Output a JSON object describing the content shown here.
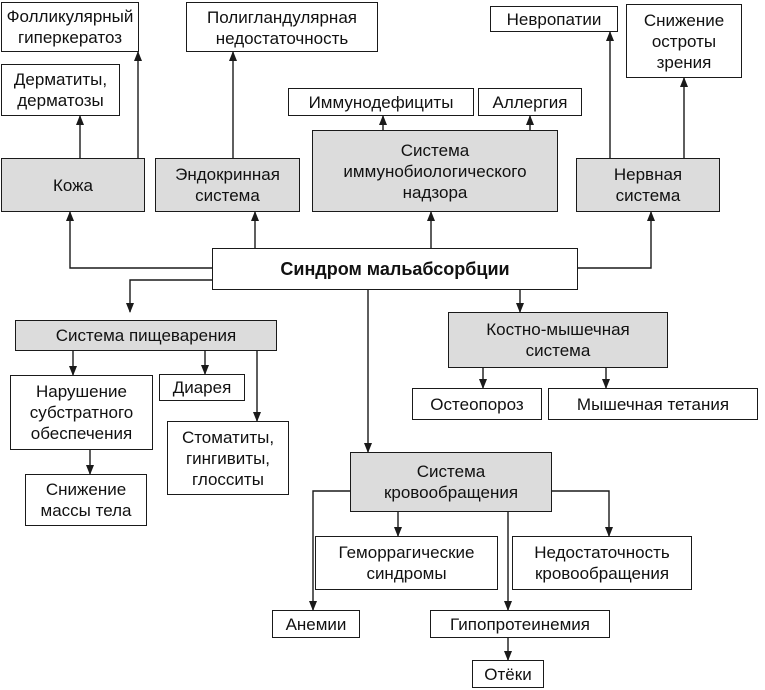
{
  "diagram": {
    "nodes": {
      "center": "Синдром мальабсорбции",
      "skin": "Кожа",
      "follicular": "Фолликулярный\nгиперкератоз",
      "dermatitis": "Дерматиты,\nдерматозы",
      "endocrine": "Эндокринная\nсистема",
      "polyglandular": "Полигландулярная\nнедостаточность",
      "immune": "Система\nиммунобиологического\nнадзора",
      "immunodef": "Иммунодефициты",
      "allergy": "Аллергия",
      "nervous": "Нервная\nсистема",
      "neuropathy": "Невропатии",
      "vision": "Снижение\nостроты\nзрения",
      "digestive": "Система пищеварения",
      "substrate": "Нарушение\nсубстратного\nобеспечения",
      "diarrhea": "Диарея",
      "stomatitis": "Стоматиты,\nгингивиты,\nглосситы",
      "weight": "Снижение\nмассы тела",
      "musculo": "Костно-мышечная\nсистема",
      "osteoporosis": "Остеопороз",
      "tetany": "Мышечная тетания",
      "circulatory": "Система\nкровообращения",
      "hemorrhagic": "Геморрагические\nсиндромы",
      "circ_failure": "Недостаточность\nкровообращения",
      "anemia": "Анемии",
      "hypoprotein": "Гипопротеинемия",
      "edema": "Отёки"
    }
  }
}
